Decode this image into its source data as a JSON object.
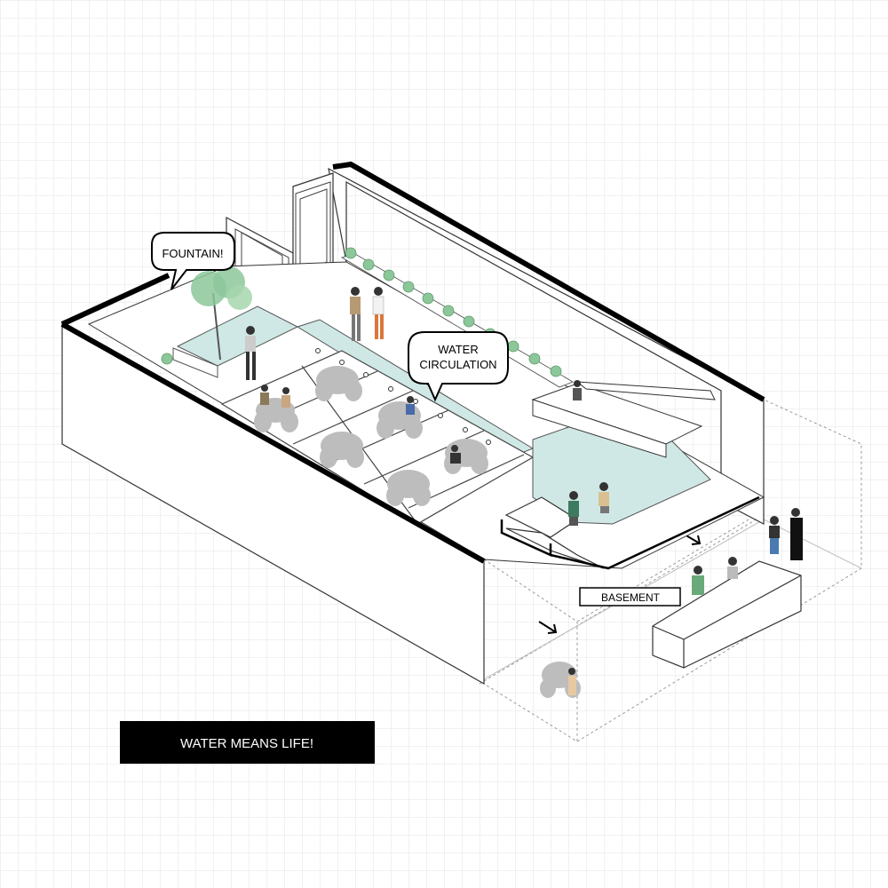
{
  "callouts": {
    "fountain": "FOUNTAIN!",
    "water_line1": "WATER",
    "water_line2": "CIRCULATION"
  },
  "labels": {
    "basement": "BASEMENT"
  },
  "banner": {
    "text": "WATER MEANS LIFE!"
  },
  "colors": {
    "grid": "#e3e3e3",
    "water": "#cfe8e6",
    "plant": "#8cc79a",
    "furniture": "#bdbdbd",
    "wall_edge": "#000000",
    "banner_bg": "#000000",
    "banner_fg": "#ffffff"
  }
}
